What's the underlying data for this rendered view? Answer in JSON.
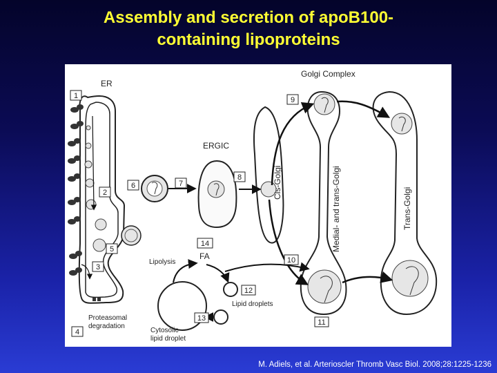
{
  "slide": {
    "title_line1": "Assembly and secretion of apoB100-",
    "title_line2": "containing lipoproteins",
    "citation": "M. Adiels, et al. Arterioscler Thromb Vasc Biol. 2008;28:1225-1236"
  },
  "diagram": {
    "labels": {
      "er": "ER",
      "ergic": "ERGIC",
      "golgi_complex": "Golgi Complex",
      "cis_golgi": "Cis-Golgi",
      "medial_trans_golgi": "Medial- and trans-Golgi",
      "trans_golgi": "Trans-Golgi",
      "lipolysis": "Lipolysis",
      "fa": "FA",
      "lipid_droplets": "Lipid droplets",
      "cytosolic_line1": "Cytosolic",
      "cytosolic_line2": "lipid droplet",
      "proteasomal_line1": "Proteasomal",
      "proteasomal_line2": "degradation"
    },
    "steps": [
      "1",
      "2",
      "3",
      "4",
      "5",
      "6",
      "7",
      "8",
      "9",
      "10",
      "11",
      "12",
      "13",
      "14"
    ]
  }
}
